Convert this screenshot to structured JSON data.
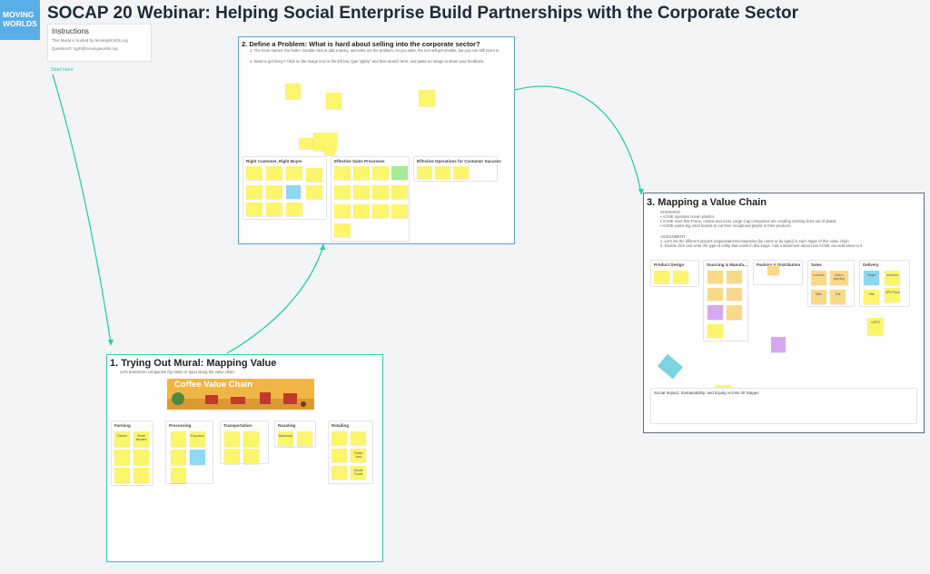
{
  "logo": {
    "line1": "MOVING",
    "line2": "WORLDS"
  },
  "title": "SOCAP 20 Webinar: Helping Social Enterprise Build Partnerships with the Corporate Sector",
  "instructions": {
    "heading": "Instructions",
    "line1": "This Mural is hosted by MovingWorlds.org",
    "line2": "Questions? sgrtt@movingworlds.org"
  },
  "start_here": "Start Here",
  "frame2": {
    "title": "2. Define a Problem: What is hard about selling into the corporate sector?",
    "line1": "1. The more stories, the better. Double click to add a sticky, and write out the problem. As you write, the text will get smaller, but you can still zoom in.",
    "line2": "2. Want to get fancy? Click on the image icon in the left bar, type \"giphy\" and then search term, and paste an image to share your feedback.",
    "groups": [
      {
        "title": "Right Customer, Right Buyer"
      },
      {
        "title": "Effective Sales Processes"
      },
      {
        "title": "Effective Operations for Customer Success"
      }
    ]
  },
  "frame3": {
    "title": "3. Mapping a Value Chain",
    "scenario_label": "SCENARIO",
    "s1": "• ACME operates ocean plastics",
    "s2": "• ACME sees that Puma, Adidas and more Large Cap companies are creating clothing lines out of plastic",
    "s3": "• ACME wants big retail brands to out their recaptured plastic in their products",
    "assignment_label": "ASSIGNMENT",
    "a1": "1. Let's list the different players (organizations/companies [by name or by type]) in each stage of this value chain",
    "a2": "2. Double click and write the type of entity that exists in this stage. Add a statement about how ACME can add value to it.",
    "groups": [
      {
        "title": "Product Design"
      },
      {
        "title": "Sourcing & Manufa..."
      },
      {
        "title": "Packing & Distribution"
      },
      {
        "title": "Sales"
      },
      {
        "title": "Delivery"
      }
    ],
    "bottom_group": "Social Impact, Sustainability, and Equity Across All Stages",
    "notes": {
      "sales1": "Lululem",
      "sales2": "Dick's sporting",
      "sales3": "Nike",
      "sales4": "The",
      "delivery1": "Target",
      "delivery2": "amazon",
      "delivery3": "Ulta",
      "delivery4": "UPS Pack",
      "ups": "USPS"
    }
  },
  "frame1": {
    "title": "1. Trying Out Mural: Mapping Value",
    "subtitle": "Let's brainstorm companies (by name or type) along the value chain.",
    "banner": "Coffee Value Chain",
    "groups": [
      {
        "title": "Farming"
      },
      {
        "title": "Processing"
      },
      {
        "title": "Transportation"
      },
      {
        "title": "Roasting"
      },
      {
        "title": "Retailing"
      }
    ],
    "notes": {
      "farming1": "Farmer",
      "farming2": "Small farmers",
      "processing1": "Exporters",
      "roasting1": "Starbucks",
      "retail1": "Trader Joes",
      "retail2": "Whole Foods"
    }
  },
  "colors": {
    "accent_teal": "#2bd0a8",
    "frame2_border": "#5aa6cf",
    "sticky_yellow": "#fdf56b",
    "logo_blue": "#5aaee6"
  }
}
